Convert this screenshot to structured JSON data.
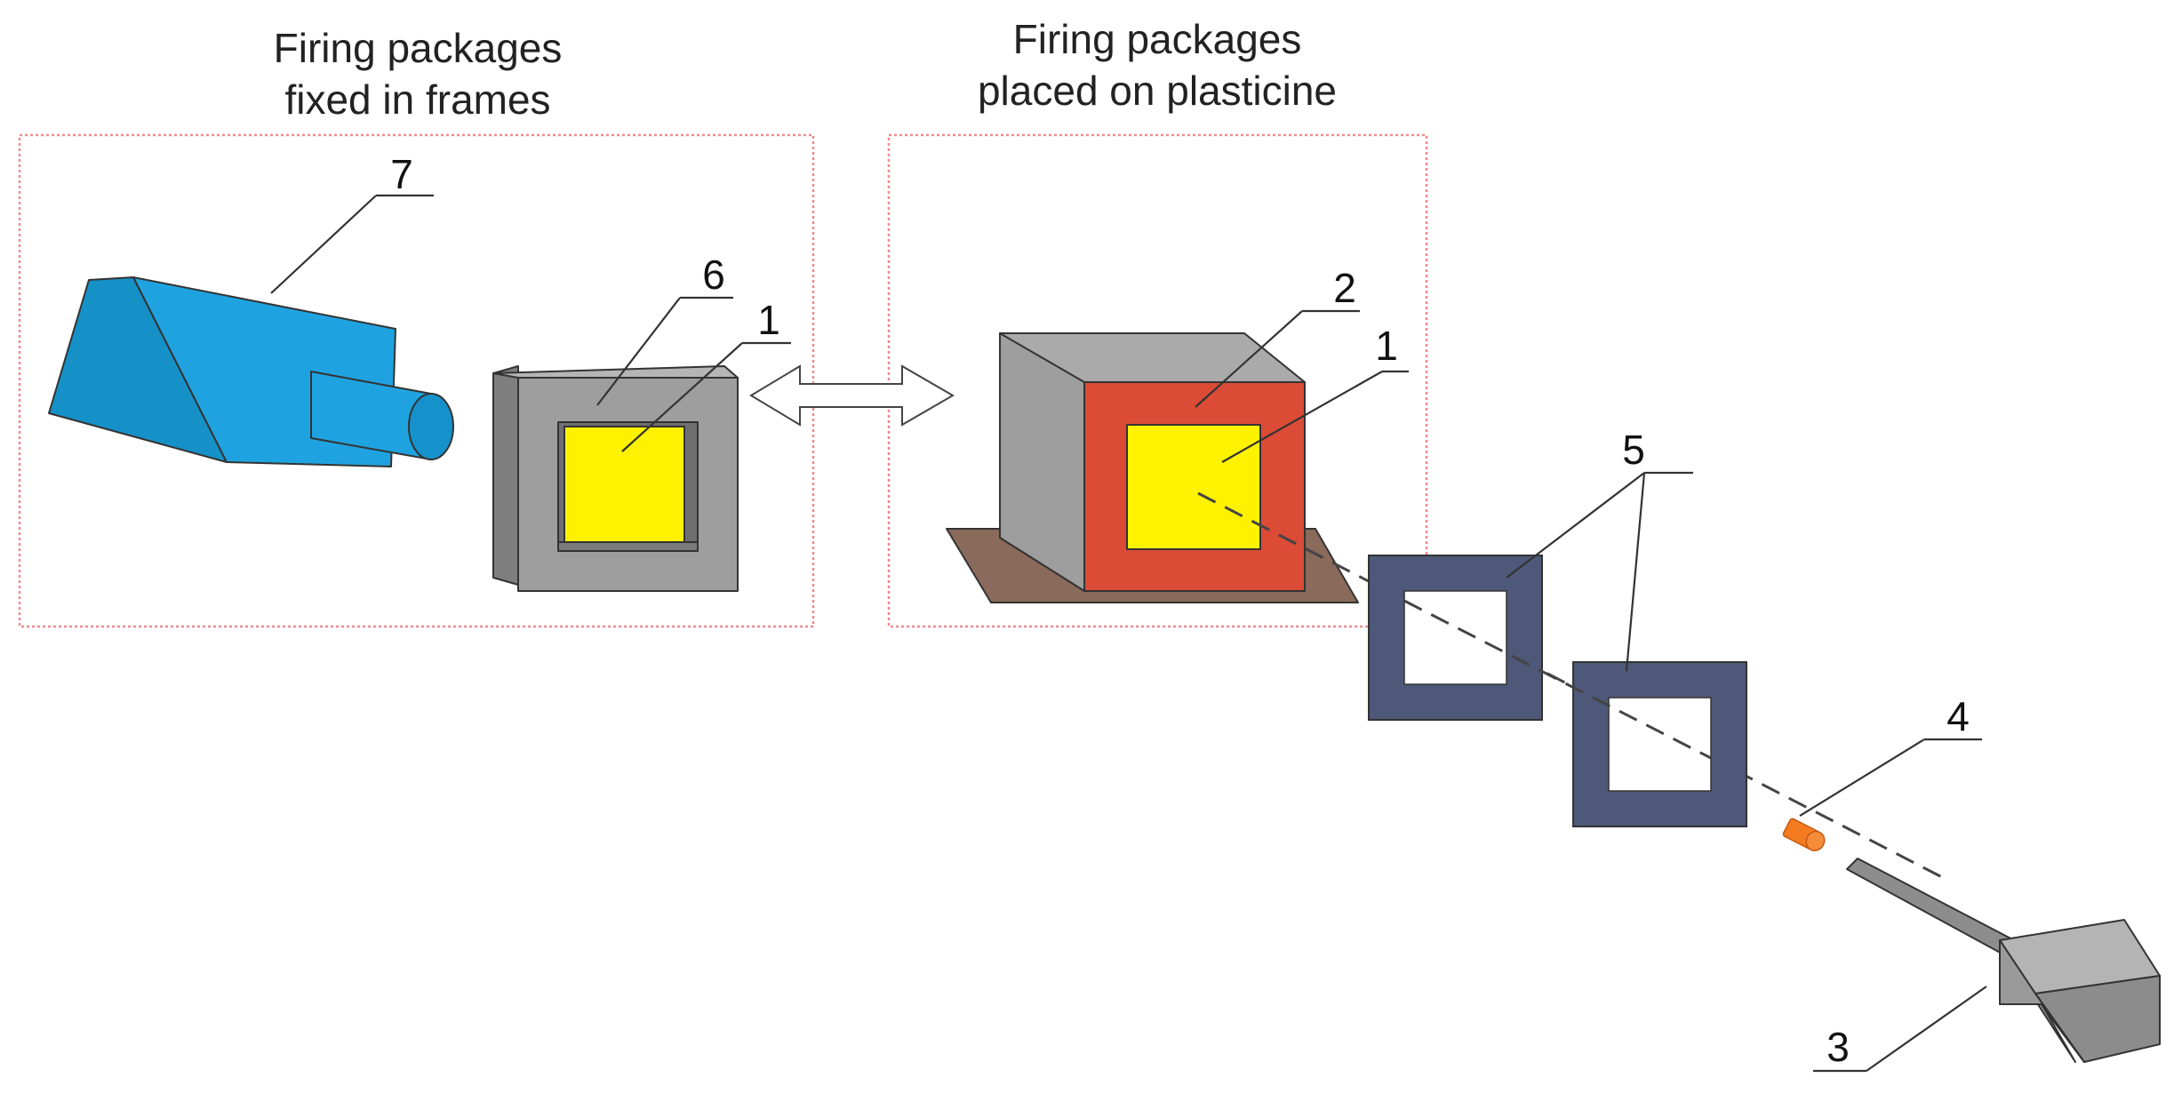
{
  "left_panel": {
    "title_line1": "Firing packages",
    "title_line2": "fixed in frames"
  },
  "right_panel": {
    "title_line1": "Firing packages",
    "title_line2": "placed on plasticine"
  },
  "labels": {
    "camera": "7",
    "frame": "6",
    "package_left": "1",
    "plasticine": "2",
    "package_right": "1",
    "screens": "5",
    "bullet": "4",
    "gun": "3"
  },
  "colors": {
    "panel_border": "#f08a8a",
    "camera": "#1fa3e0",
    "package": "#fff200",
    "plasticine": "#db4b35",
    "frame_gray": "#9e9e9e",
    "screen": "#4e5878",
    "bullet": "#f47b20",
    "base": "#8a6a5a"
  },
  "icons": {
    "exchange": "double-arrow-icon"
  }
}
